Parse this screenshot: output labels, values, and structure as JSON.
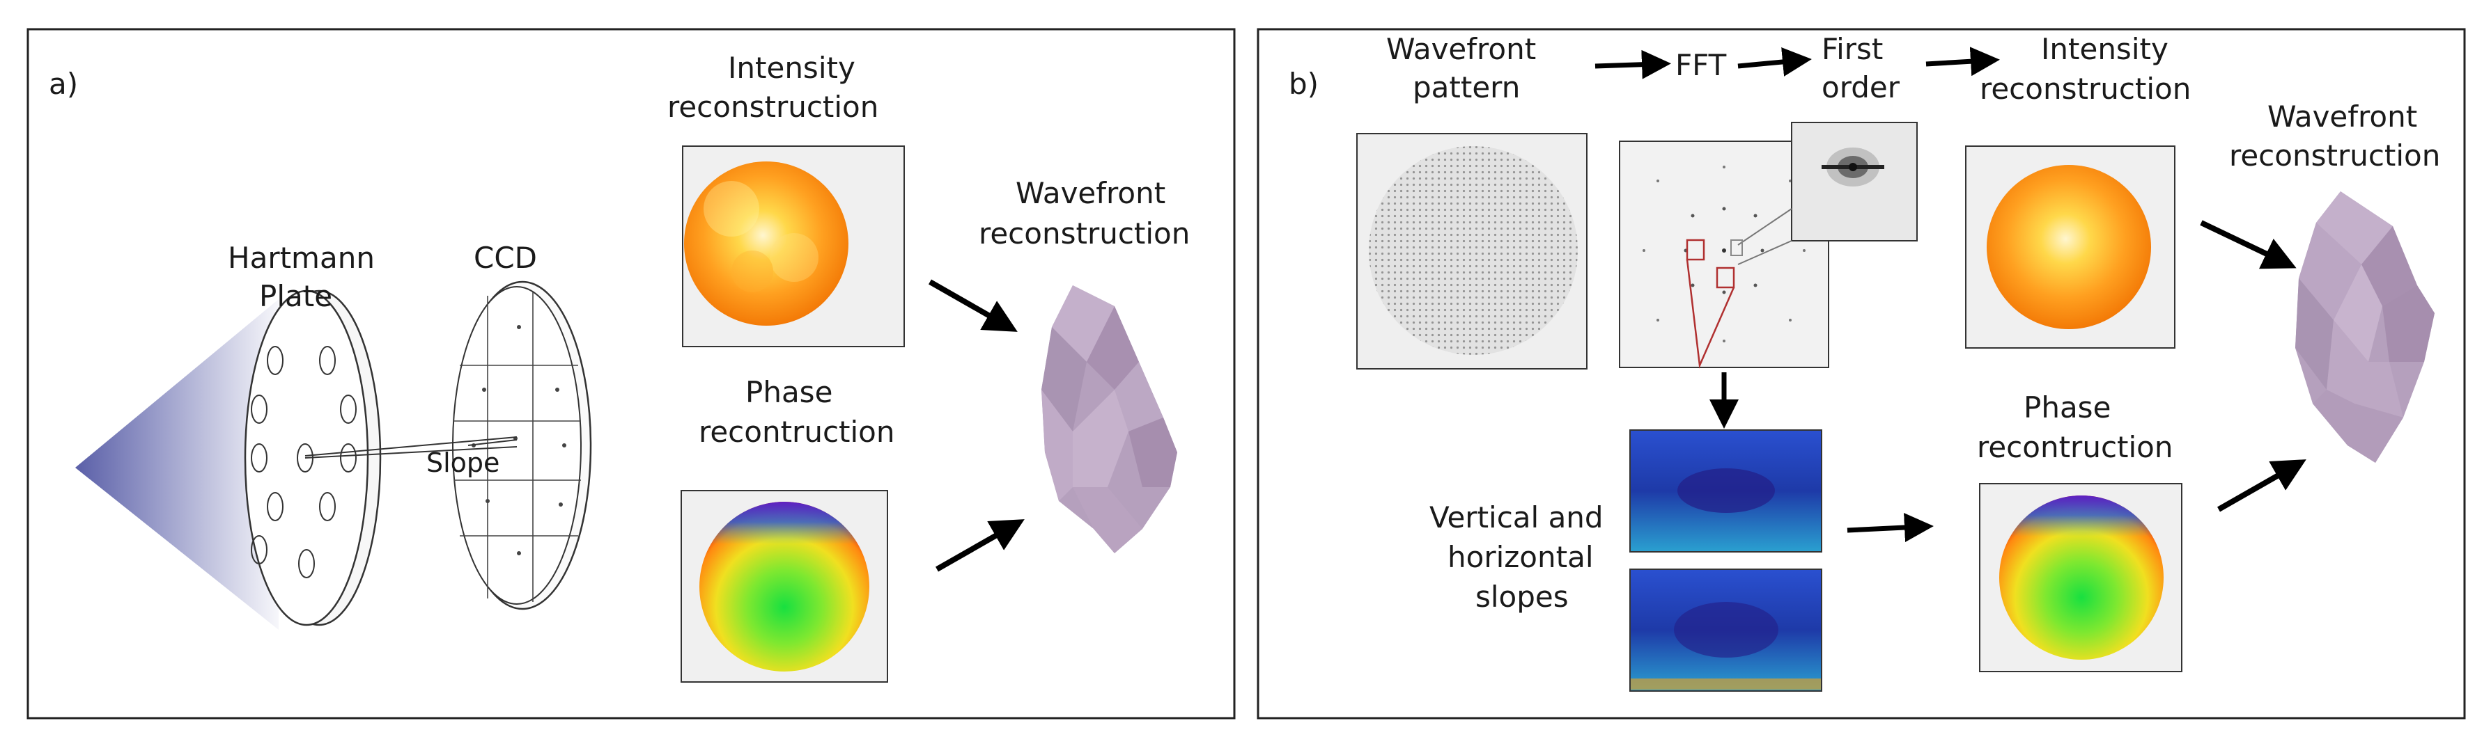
{
  "panel_a": {
    "tag": "a)",
    "hartmann_line1": "Hartmann",
    "hartmann_line2": "Plate",
    "ccd": "CCD",
    "slope": "Slope",
    "intensity_line1": "Intensity",
    "intensity_line2": "reconstruction",
    "phase_line1": "Phase",
    "phase_line2": "recontruction",
    "wavefront_line1": "Wavefront",
    "wavefront_line2": "reconstruction"
  },
  "panel_b": {
    "tag": "b)",
    "pattern_line1": "Wavefront",
    "pattern_line2": "pattern",
    "fft": "FFT",
    "first_line1": "First",
    "first_line2": "order",
    "intensity_line1": "Intensity",
    "intensity_line2": "reconstruction",
    "wavefront_line1": "Wavefront",
    "wavefront_line2": "reconstruction",
    "slopes_line1": "Vertical and",
    "slopes_line2": "horizontal",
    "slopes_line3": "slopes",
    "phase_line1": "Phase",
    "phase_line2": "recontruction"
  },
  "colors": {
    "frame": "#222222",
    "arrow": "#000000",
    "cone": "#5a5fa8",
    "rock": "#b5a0bd",
    "red_box": "#b03030",
    "slopes_bg": "#2840c8"
  }
}
